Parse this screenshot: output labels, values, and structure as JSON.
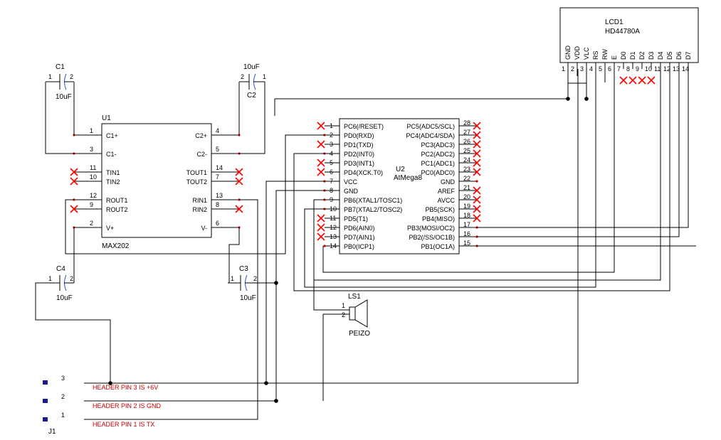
{
  "lcd": {
    "ref": "LCD1",
    "part": "HD44780A",
    "pins": [
      {
        "num": "1",
        "name": "GND"
      },
      {
        "num": "2",
        "name": "VDD"
      },
      {
        "num": "3",
        "name": "VLC"
      },
      {
        "num": "4",
        "name": "RS"
      },
      {
        "num": "5",
        "name": "RW"
      },
      {
        "num": "6",
        "name": "E"
      },
      {
        "num": "7",
        "name": "D0"
      },
      {
        "num": "8",
        "name": "D1"
      },
      {
        "num": "9",
        "name": "D2"
      },
      {
        "num": "10",
        "name": "D3"
      },
      {
        "num": "11",
        "name": "D4"
      },
      {
        "num": "12",
        "name": "D5"
      },
      {
        "num": "13",
        "name": "D6"
      },
      {
        "num": "14",
        "name": "D7"
      }
    ]
  },
  "u1": {
    "ref": "U1",
    "part": "MAX202",
    "left_pins": [
      {
        "num": "1",
        "name": "C1+"
      },
      {
        "num": "3",
        "name": "C1-"
      },
      {
        "num": "11",
        "name": "TIN1"
      },
      {
        "num": "10",
        "name": "TIN2"
      },
      {
        "num": "12",
        "name": "ROUT1"
      },
      {
        "num": "9",
        "name": "ROUT2"
      },
      {
        "num": "2",
        "name": "V+"
      }
    ],
    "right_pins": [
      {
        "num": "4",
        "name": "C2+"
      },
      {
        "num": "5",
        "name": "C2-"
      },
      {
        "num": "14",
        "name": "TOUT1"
      },
      {
        "num": "7",
        "name": "TOUT2"
      },
      {
        "num": "13",
        "name": "RIN1"
      },
      {
        "num": "8",
        "name": "RIN2"
      },
      {
        "num": "6",
        "name": "V-"
      }
    ]
  },
  "u2": {
    "ref": "U2",
    "part": "AtMega8",
    "left_pins": [
      {
        "num": "1",
        "name": "PC6(/RESET)"
      },
      {
        "num": "2",
        "name": "PD0(RXD)"
      },
      {
        "num": "3",
        "name": "PD1(TXD)"
      },
      {
        "num": "4",
        "name": "PD2(INT0)"
      },
      {
        "num": "5",
        "name": "PD3(INT1)"
      },
      {
        "num": "6",
        "name": "PD4(XCK.T0)"
      },
      {
        "num": "7",
        "name": "VCC"
      },
      {
        "num": "8",
        "name": "GND"
      },
      {
        "num": "9",
        "name": "PB6(XTAL1/TOSC1)"
      },
      {
        "num": "10",
        "name": "PB7(XTAL2/TOSC2)"
      },
      {
        "num": "11",
        "name": "PD5(T1)"
      },
      {
        "num": "12",
        "name": "PD6(AIN0)"
      },
      {
        "num": "13",
        "name": "PD7(AIN1)"
      },
      {
        "num": "14",
        "name": "PB0(ICP1)"
      }
    ],
    "right_pins": [
      {
        "num": "28",
        "name": "PC5(ADC5/SCL)"
      },
      {
        "num": "27",
        "name": "PC4(ADC4/SDA)"
      },
      {
        "num": "26",
        "name": "PC3(ADC3)"
      },
      {
        "num": "25",
        "name": "PC2(ADC2)"
      },
      {
        "num": "24",
        "name": "PC1(ADC1)"
      },
      {
        "num": "23",
        "name": "PC0(ADC0)"
      },
      {
        "num": "22",
        "name": "GND"
      },
      {
        "num": "21",
        "name": "AREF"
      },
      {
        "num": "20",
        "name": "AVCC"
      },
      {
        "num": "19",
        "name": "PB5(SCK)"
      },
      {
        "num": "18",
        "name": "PB4(MISO)"
      },
      {
        "num": "17",
        "name": "PB3(MOSI/OC2)"
      },
      {
        "num": "16",
        "name": "PB2(/SS/OC1B)"
      },
      {
        "num": "15",
        "name": "PB1(OC1A)"
      }
    ]
  },
  "caps": {
    "c1": {
      "ref": "C1",
      "value": "10uF",
      "pin_a": "1",
      "pin_b": "2"
    },
    "c2": {
      "ref": "C2",
      "value": "10uF",
      "pin_a": "2",
      "pin_b": "1"
    },
    "c3": {
      "ref": "C3",
      "value": "10uF",
      "pin_a": "1",
      "pin_b": "2"
    },
    "c4": {
      "ref": "C4",
      "value": "10uF",
      "pin_a": "1",
      "pin_b": "2"
    }
  },
  "speaker": {
    "ref": "LS1",
    "value": "PEIZO",
    "pin1": "1",
    "pin2": "2"
  },
  "header": {
    "ref": "J1",
    "rows": [
      {
        "pin": "3",
        "note": "HEADER PIN 3 IS +6V"
      },
      {
        "pin": "2",
        "note": "HEADER PIN 2 IS GND"
      },
      {
        "pin": "1",
        "note": "HEADER PIN 1 IS TX"
      }
    ]
  }
}
